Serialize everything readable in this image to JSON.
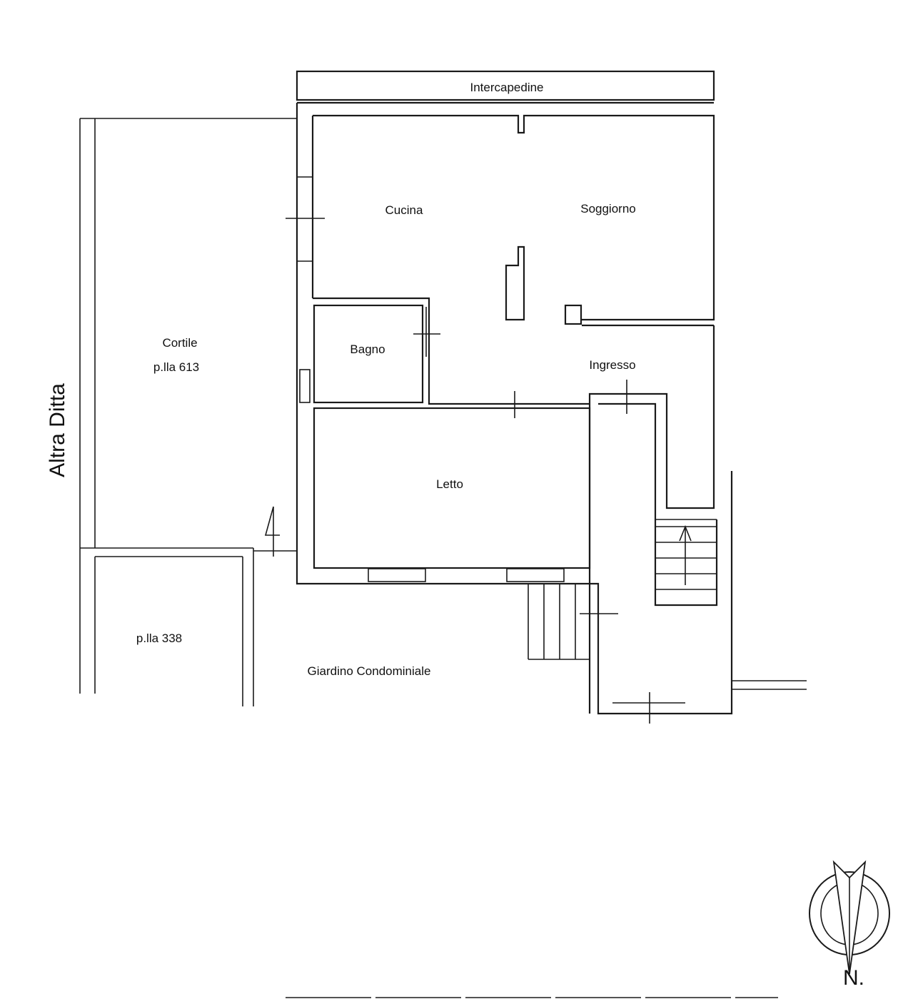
{
  "labels": {
    "intercapedine": "Intercapedine",
    "cucina": "Cucina",
    "soggiorno": "Soggiorno",
    "bagno": "Bagno",
    "ingresso": "Ingresso",
    "letto": "Letto",
    "cortile": "Cortile",
    "cortile_plla": "p.lla 613",
    "plla_338": "p.lla 338",
    "giardino": "Giardino Condominiale",
    "altra_ditta": "Altra Ditta",
    "north": "N."
  },
  "colors": {
    "ink": "#1a1a1a",
    "background": "#ffffff"
  },
  "icons": [
    "north-arrow-icon",
    "section-arrow-icon",
    "stair-arrow-icon"
  ]
}
